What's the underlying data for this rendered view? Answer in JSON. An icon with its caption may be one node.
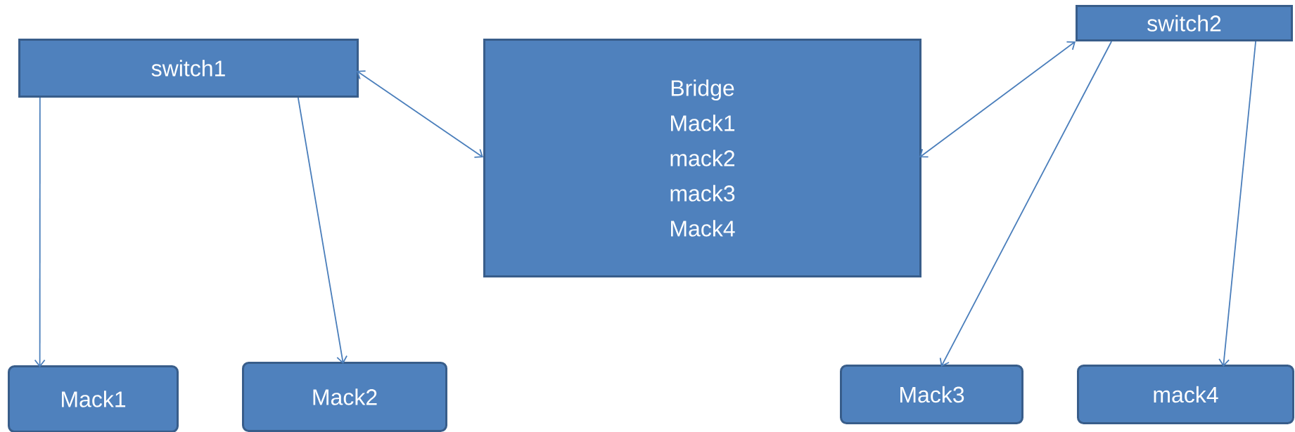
{
  "diagram": {
    "nodes": [
      {
        "text": [
          "switch1"
        ]
      },
      {
        "text": [
          "Bridge",
          "Mack1",
          "mack2",
          "mack3",
          "Mack4"
        ]
      },
      {
        "text": [
          "switch2"
        ]
      },
      {
        "text": [
          "Mack1"
        ]
      },
      {
        "text": [
          "Mack2"
        ]
      },
      {
        "text": [
          "Mack3"
        ]
      },
      {
        "text": [
          "mack4"
        ]
      }
    ],
    "edges": [
      {
        "from": 0,
        "to": 3,
        "arrow": "to"
      },
      {
        "from": 0,
        "to": 4,
        "arrow": "to"
      },
      {
        "from": 0,
        "to": 1,
        "arrow": "both"
      },
      {
        "from": 1,
        "to": 2,
        "arrow": "both"
      },
      {
        "from": 2,
        "to": 5,
        "arrow": "to"
      },
      {
        "from": 2,
        "to": 6,
        "arrow": "to"
      }
    ]
  }
}
